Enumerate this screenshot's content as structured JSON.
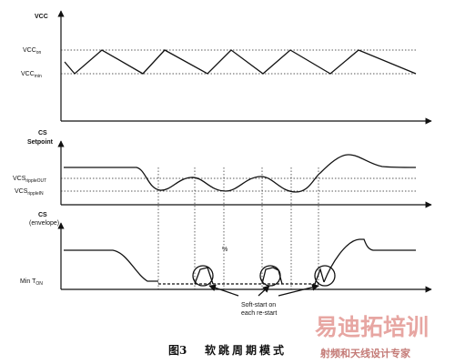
{
  "panel1": {
    "title": "VCC",
    "vcc_on": "VCC",
    "vcc_on_sub": "on",
    "vcc_min": "VCC",
    "vcc_min_sub": "min"
  },
  "panel2": {
    "title_line1": "CS",
    "title_line2": "Setpoint",
    "vcs_out": "VCS",
    "vcs_out_sub": "rippleOUT",
    "vcs_in": "VCS",
    "vcs_in_sub": "rippleIN"
  },
  "panel3": {
    "title_line1": "CS",
    "title_line2": "(envelope)",
    "min_ton": "Min T",
    "min_ton_sub": "ON",
    "note_line1": "Soft-start on",
    "note_line2": "each re-start"
  },
  "caption": {
    "figure": "图3",
    "title": "软跳周期模式"
  },
  "watermark": {
    "brand": "易迪拓培训",
    "tagline": "射频和天线设计专家"
  }
}
